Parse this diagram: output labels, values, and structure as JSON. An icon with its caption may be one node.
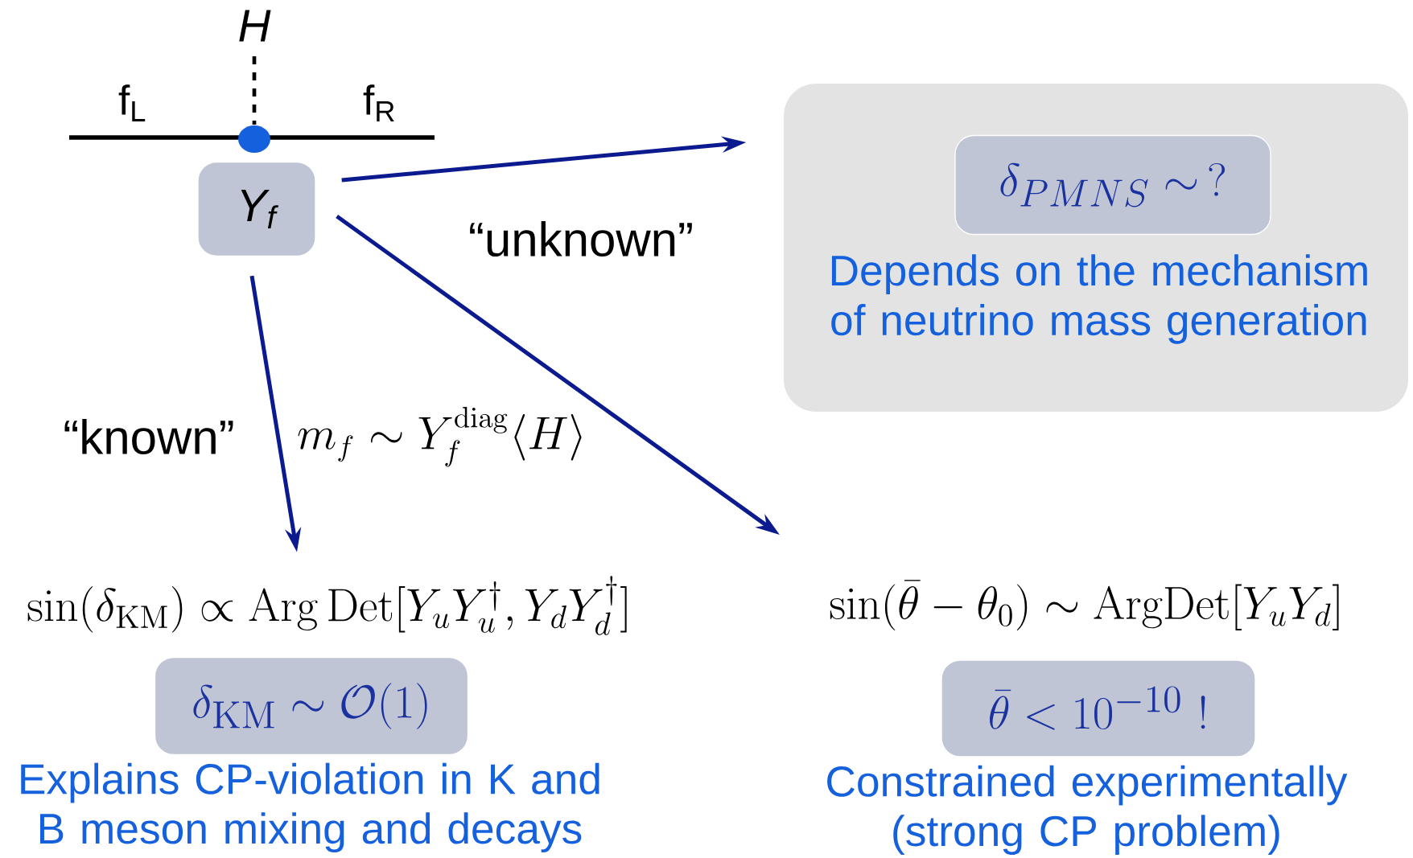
{
  "diagram": {
    "nodes": [
      {
        "text": [
          "Y$_{f}$"
        ]
      },
      {
        "text": [
          "Depends on the mechanism of neutrino mass generation"
        ]
      },
      {
        "text": [
          "\\delta_{PMNS} \\sim\\, ?"
        ],
        "in": 1
      },
      {
        "text": [
          "\\sin(\\delta_{\\mathrm{KM}}) \\propto \\mathrm{Arg}\\,\\mathrm{Det}[Y_u Y_u^\\dagger, Y_d Y_d^\\dagger]"
        ]
      },
      {
        "text": [
          "\\delta_{\\mathrm{KM}} \\sim \\mathcal{O}(1)"
        ],
        "beside": [
          "Explains CP-violation in K and B meson mixing and decays"
        ]
      },
      {
        "text": [
          "\\sin(\\bar\\theta-\\theta_0) \\sim \\mathrm{ArgDet}[Y_u Y_d]"
        ]
      },
      {
        "text": [
          "\\bar\\theta < 10^{-10}\\ !"
        ],
        "beside": [
          "Constrained experimentally (strong CP problem)"
        ]
      }
    ],
    "edges": [
      {
        "from": 0,
        "to": 1,
        "arrow": "to",
        "label": "“unknown”"
      },
      {
        "from": 0,
        "to": 3,
        "arrow": "to",
        "label": "“known”"
      },
      {
        "from": 0,
        "to": 5,
        "arrow": "to"
      }
    ],
    "labels": [
      "H",
      "f$_{L}$",
      "f$_{R}$",
      "m_f \\sim Y_f^{\\mathrm{diag}}\\langle H\\rangle"
    ]
  }
}
